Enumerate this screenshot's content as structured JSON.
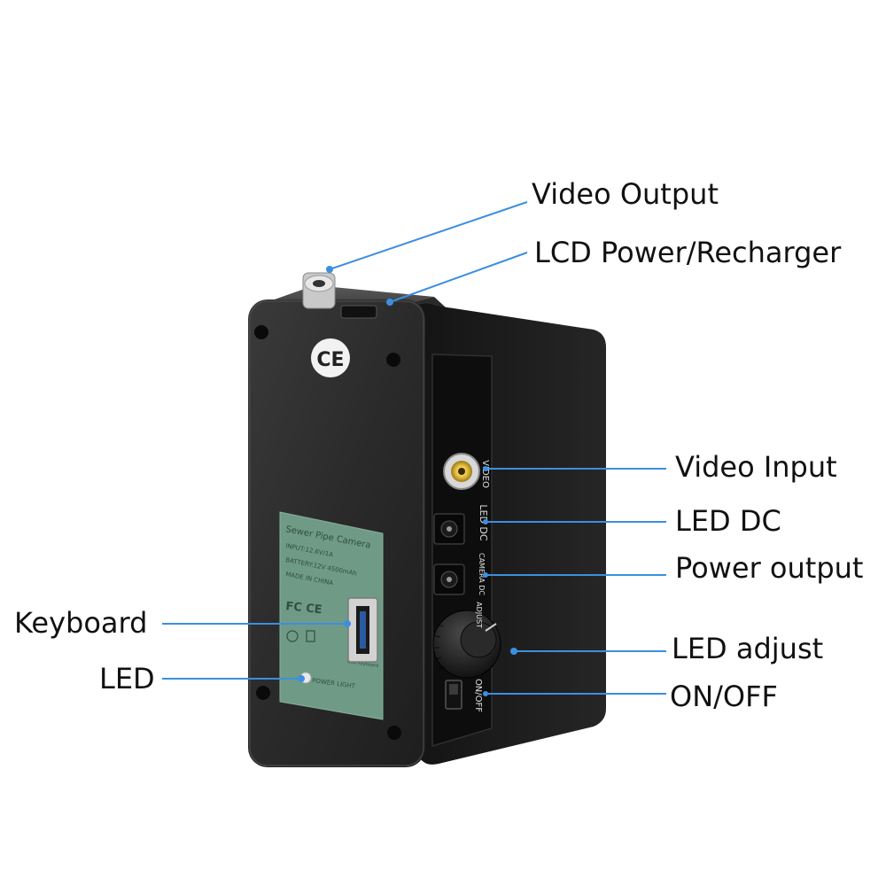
{
  "callouts": {
    "video_output": "Video Output",
    "lcd_power_recharger": "LCD Power/Recharger",
    "video_input": "Video Input",
    "led_dc": "LED DC",
    "power_output": "Power output",
    "led_adjust": "LED adjust",
    "on_off": "ON/OFF",
    "keyboard": "Keyboard",
    "led": "LED"
  },
  "device": {
    "ce_mark": "CE",
    "side_labels": {
      "video": "VIDEO",
      "led_dc": "LED DC",
      "camera_dc": "CAMERA DC",
      "adjust": "ADJUST",
      "on_off": "ON/OFF"
    },
    "sticker": {
      "title": "Sewer Pipe Camera",
      "input": "INPUT:12.6V/1A",
      "battery": "BATTERY:12V 4500mAh",
      "made_in": "MADE IN CHINA",
      "certs": "FC CE",
      "usb_label": "USB Keyboard",
      "power_light": "POWER LIGHT"
    }
  },
  "colors": {
    "leader_line": "#3c8fe0",
    "case_front": "#2b2b2b",
    "case_side": "#1c1c1c",
    "sticker": "#6f9a86"
  }
}
